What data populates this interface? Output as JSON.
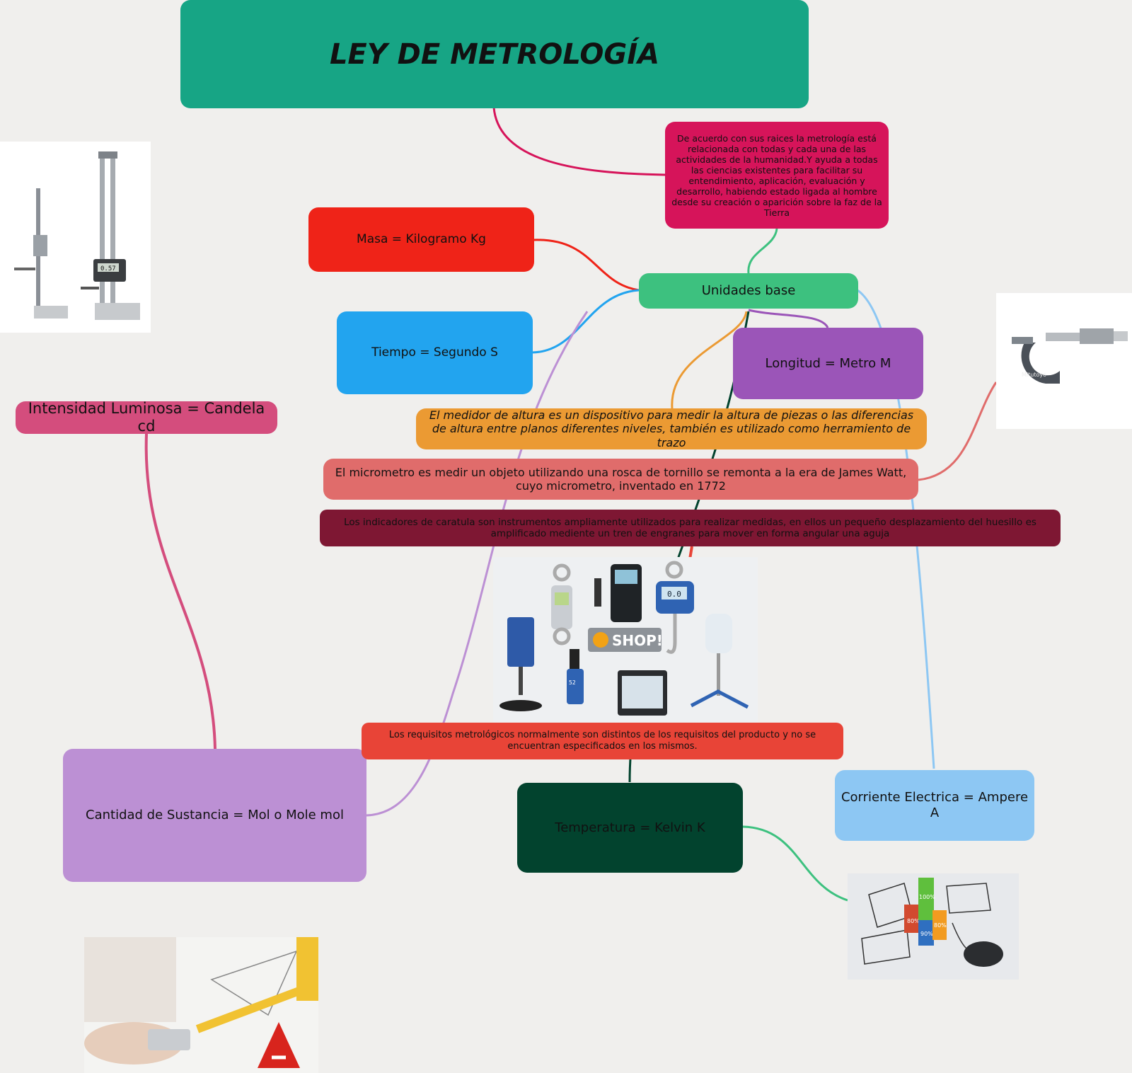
{
  "title": "LEY DE METROLOGÍA",
  "description": "De acuerdo con sus raices la metrología está relacionada con todas y cada una de las actividades de la humanidad.Y ayuda a todas las ciencias existentes para facilitar su entendimiento, aplicación, evaluación y desarrollo, habiendo estado ligada al hombre desde su creación o aparición sobre la faz de la Tierra",
  "center": "Unidades base",
  "units": {
    "masa": "Masa = Kilogramo Kg",
    "tiempo": "Tiempo = Segundo S",
    "longitud": "Longitud = Metro M",
    "intensidad": "Intensidad Luminosa = Candela cd",
    "sustancia": "Cantidad de Sustancia = Mol o Mole mol",
    "temperatura": "Temperatura = Kelvin K",
    "corriente": "Corriente Electrica = Ampere A"
  },
  "notes": {
    "altura": "El medidor de altura es un dispositivo para medir la altura de piezas o las diferencias de altura entre planos diferentes niveles, también es utilizado como herramiento de trazo",
    "micrometro": "El micrometro es medir un objeto utilizando una rosca de tornillo se remonta a la era de James Watt, cuyo micrometro, inventado en 1772",
    "indicadores": "Los indicadores de caratula son instrumentos ampliamente utilizados para realizar medidas, en ellos un pequeño desplazamiento del huesillo es amplificado mediente un tren de engranes para mover en forma angular una aguja",
    "requisitos": "Los requisitos metrológicos normalmente son distintos de los requisitos del producto y no se encuentran especificados en los mismos."
  },
  "images": {
    "shop_label": "SHOP!",
    "pct_labels": [
      "80%",
      "100%",
      "90%",
      "80%"
    ],
    "micrometer_brand": "Mitutoyo",
    "height_readout": "0.57",
    "scale_readout": "0.0",
    "probe_readout": "52"
  },
  "colors": {
    "background": "#f0efed",
    "title": "#17a585",
    "description": "#d6145a",
    "center": "#3dc17f",
    "masa": "#ef2318",
    "tiempo": "#22a4ef",
    "longitud": "#9b55b8",
    "intensidad": "#d44d7d",
    "sustancia": "#bc90d4",
    "temperatura": "#02432e",
    "corriente": "#8dc7f3",
    "altura": "#eb9a33",
    "micrometro": "#e06c6b",
    "indicadores": "#7e1733",
    "requisitos": "#e84437"
  }
}
